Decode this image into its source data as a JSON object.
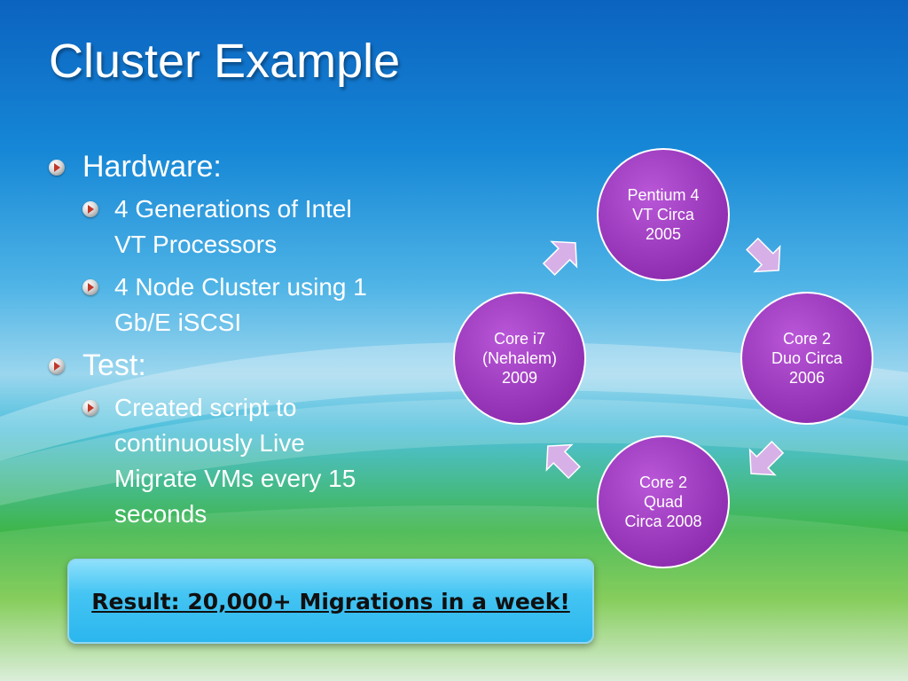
{
  "slide": {
    "title": "Cluster Example",
    "bullets": [
      {
        "text": "Hardware:",
        "sub": [
          {
            "line1": "4 Generations of Intel",
            "line2": "VT Processors"
          },
          {
            "line1": "4 Node Cluster using 1",
            "line2": "Gb/E iSCSI"
          }
        ]
      },
      {
        "text": "Test:",
        "sub": [
          {
            "line1": "Created script to",
            "line2": "continuously  Live",
            "line3": "Migrate VMs every 15",
            "line4": "seconds"
          }
        ]
      }
    ],
    "result": "Result: 20,000+ Migrations in a week!"
  },
  "cycle": {
    "node_color": "#a23cc4",
    "arrow_color": "#d7b0e8",
    "nodes": [
      {
        "lines": [
          "Pentium 4",
          "VT Circa",
          "2005"
        ]
      },
      {
        "lines": [
          "Core 2",
          "Duo Circa",
          "2006"
        ]
      },
      {
        "lines": [
          "Core 2",
          "Quad",
          "Circa 2008"
        ]
      },
      {
        "lines": [
          "Core i7",
          "(Nehalem)",
          "2009"
        ]
      }
    ]
  }
}
